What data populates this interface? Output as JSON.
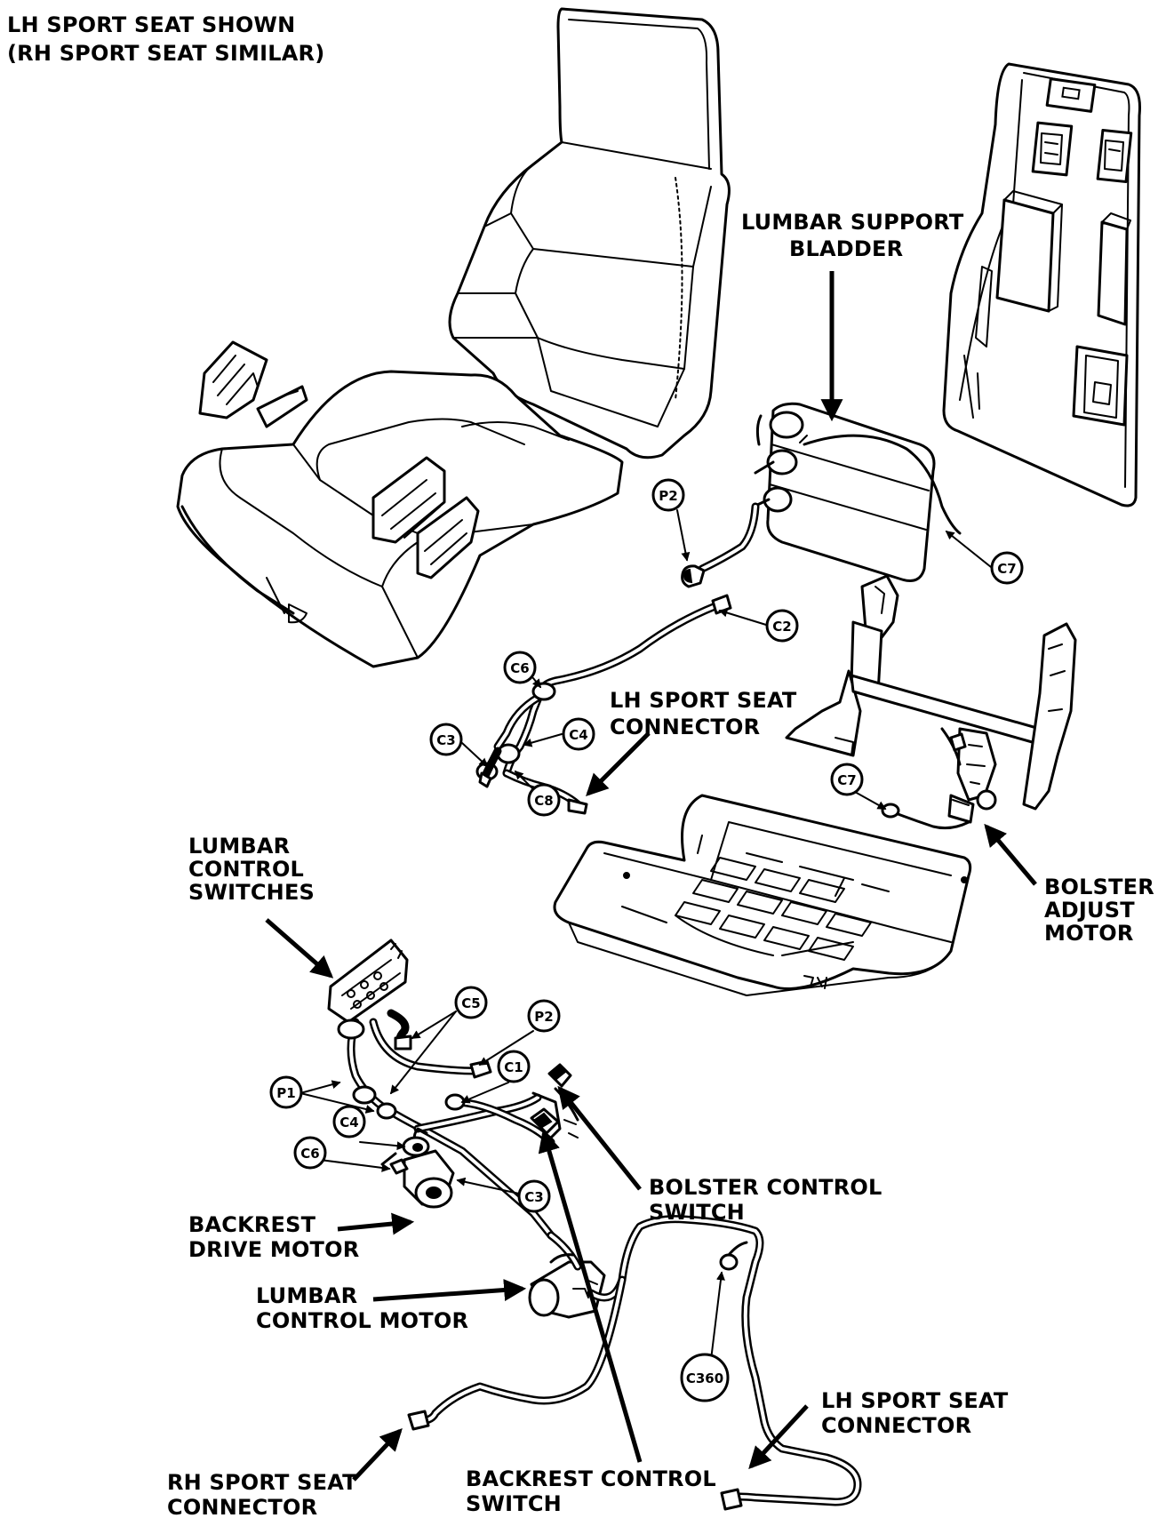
{
  "header": {
    "line1": "LH SPORT SEAT SHOWN",
    "line2": "(RH SPORT SEAT SIMILAR)"
  },
  "labels": {
    "lumbar_support_bladder": [
      "LUMBAR SUPPORT",
      "BLADDER"
    ],
    "lh_sport_seat_connector_upper": [
      "LH SPORT SEAT",
      "CONNECTOR"
    ],
    "bolster_adjust_motor": [
      "BOLSTER",
      "ADJUST",
      "MOTOR"
    ],
    "lumbar_control_switches": [
      "LUMBAR",
      "CONTROL",
      "SWITCHES"
    ],
    "bolster_control_switch": [
      "BOLSTER CONTROL",
      "SWITCH"
    ],
    "backrest_drive_motor": [
      "BACKREST",
      "DRIVE MOTOR"
    ],
    "lumbar_control_motor": [
      "LUMBAR",
      "CONTROL MOTOR"
    ],
    "lh_sport_seat_connector_lower": [
      "LH SPORT SEAT",
      "CONNECTOR"
    ],
    "rh_sport_seat_connector": [
      "RH SPORT SEAT",
      "CONNECTOR"
    ],
    "backrest_control_switch": [
      "BACKREST CONTROL",
      "SWITCH"
    ]
  },
  "callouts": {
    "p2_upper": "P2",
    "c7_upper": "C7",
    "c2": "C2",
    "c6_upper": "C6",
    "c4_upper": "C4",
    "c3_upper": "C3",
    "c8": "C8",
    "c7_lower": "C7",
    "c5": "C5",
    "p2_lower": "P2",
    "c1": "C1",
    "p1": "P1",
    "c4_lower": "C4",
    "c6_lower": "C6",
    "c3_lower": "C3",
    "c360": "C360"
  }
}
